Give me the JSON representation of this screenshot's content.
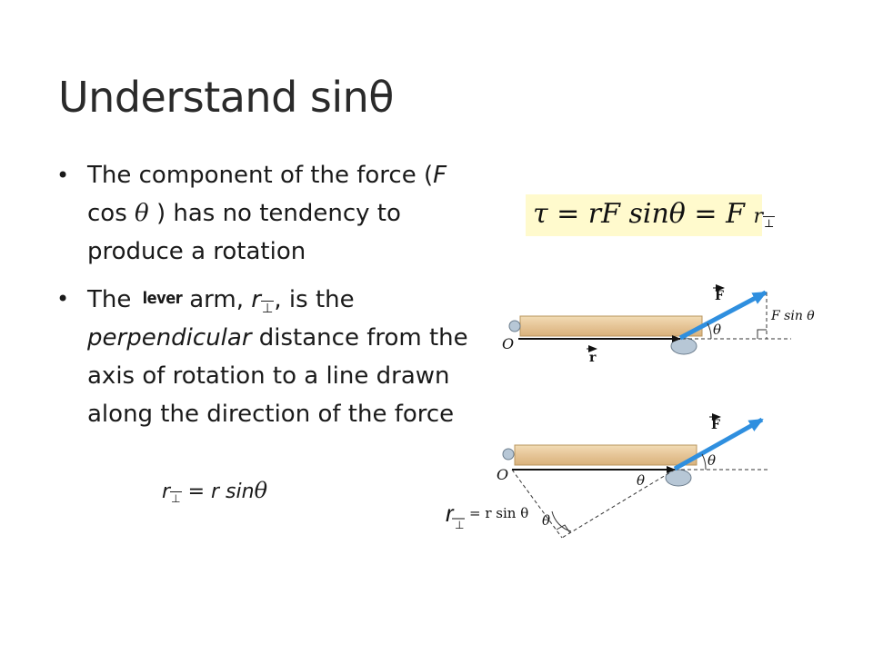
{
  "slide": {
    "title": "Understand sinθ"
  },
  "bullets": [
    {
      "p1": "The component of the force (",
      "p1_var": "F",
      "p1_b": "cos ",
      "p1_theta": "θ",
      "p1_c": ") has no tendency to produce a rotation"
    },
    {
      "p2": "The",
      "lever": "lever",
      "p2_b": "arm,",
      "r": "r",
      "perp": "⊥",
      "p2_c": ", is the",
      "p2_it": "perpendicular",
      "p2_d": " distance from the axis of rotation to a line drawn along the direction of the force"
    }
  ],
  "small_formula": {
    "r": "r",
    "perp": "⊥",
    "rest": " = r sin",
    "theta": "θ"
  },
  "main_formula": {
    "text": "τ = rF sinθ = F ",
    "r": "r",
    "perp": "⊥"
  },
  "diagram1": {
    "origin": "O",
    "r_vec": "r",
    "F_vec": "F",
    "theta": "θ",
    "fsin": "F sin θ"
  },
  "diagram2": {
    "origin": "O",
    "F_vec": "F",
    "theta1": "θ",
    "theta2": "θ",
    "theta3": "θ",
    "r": "r",
    "perp": "⊥",
    "rsin": "= r sin θ"
  },
  "colors": {
    "force_arrow": "#2f8fdf",
    "highlight": "#fffacd",
    "plank": "#e8c99a",
    "pivot": "#b7c7d6"
  }
}
